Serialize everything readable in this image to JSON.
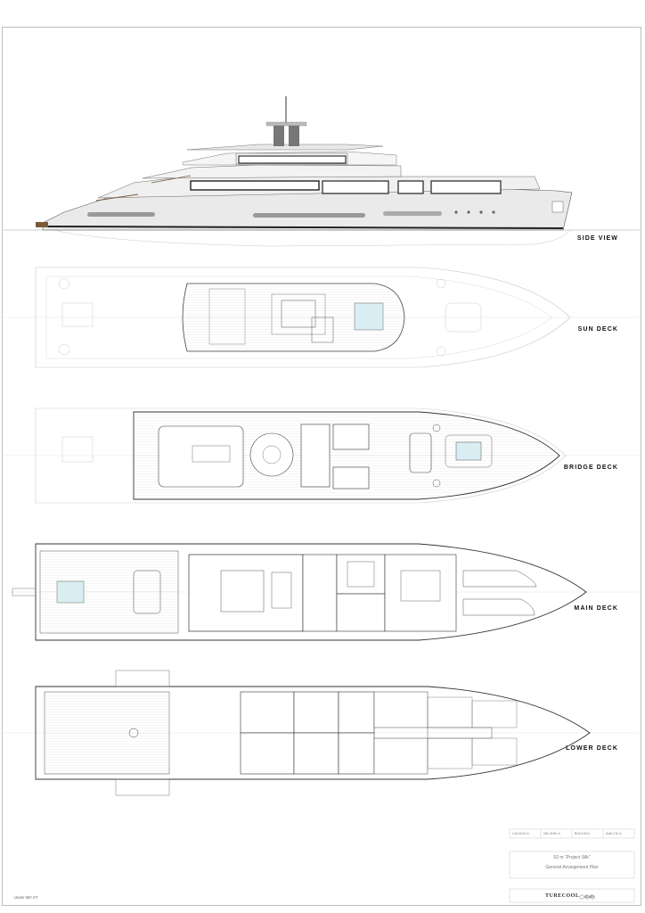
{
  "sheet": {
    "decks": [
      {
        "id": "side",
        "label": "SIDE VIEW"
      },
      {
        "id": "sun",
        "label": "SUN DECK"
      },
      {
        "id": "bridge",
        "label": "BRIDGE DECK"
      },
      {
        "id": "main",
        "label": "MAIN DECK"
      },
      {
        "id": "lower",
        "label": "LOWER DECK"
      }
    ],
    "title_block": {
      "specs": [
        {
          "key": "LOA",
          "value": "52.00 m"
        },
        {
          "key": "LWL",
          "value": "45.80 m"
        },
        {
          "key": "BOA",
          "value": "9.60 m"
        },
        {
          "key": "Draft",
          "value": "2.30 m"
        }
      ],
      "project": "52 m \"Project Silk\"",
      "drawing": "General Arrangement Plan",
      "brand": "TURECOOL",
      "studio": "studio"
    },
    "note": "Under 500 GT"
  },
  "colors": {
    "line": "#888888",
    "dark": "#2a2a2a",
    "glass": "#d8eef2",
    "hull_fill": "#e9e9e9"
  }
}
